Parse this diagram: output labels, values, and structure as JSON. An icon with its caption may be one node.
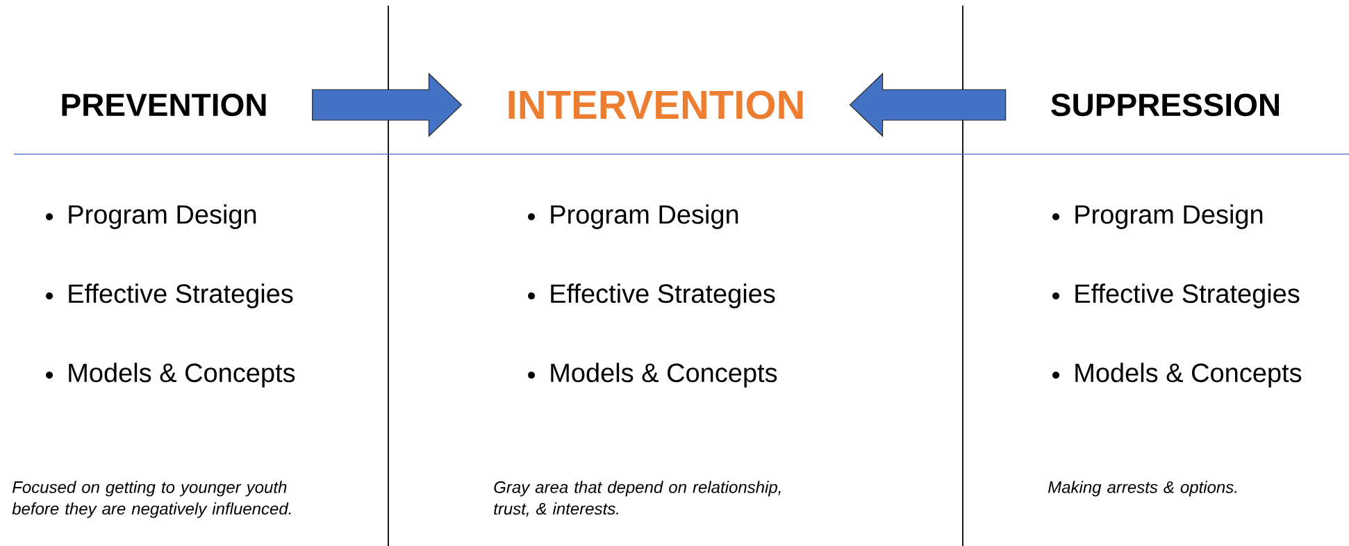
{
  "diagram": {
    "nodes": [
      {
        "text": [
          "PREVENTION"
        ]
      },
      {
        "text": [
          "INTERVENTION"
        ]
      },
      {
        "text": [
          "SUPPRESSION"
        ]
      }
    ],
    "edges": [
      {
        "from": 0,
        "to": 1,
        "arrow": "to"
      },
      {
        "from": 2,
        "to": 1,
        "arrow": "to"
      }
    ],
    "labels": [
      "Program Design",
      "Program Design",
      "Program Design",
      "Effective Strategies",
      "Effective Strategies",
      "Effective Strategies",
      "Models & Concepts",
      "Models & Concepts",
      "Models & Concepts",
      "Focused on getting to younger youth before they are negatively influenced.",
      "Gray area that depend on relationship, trust, & interests.",
      "Making arrests & options."
    ]
  }
}
